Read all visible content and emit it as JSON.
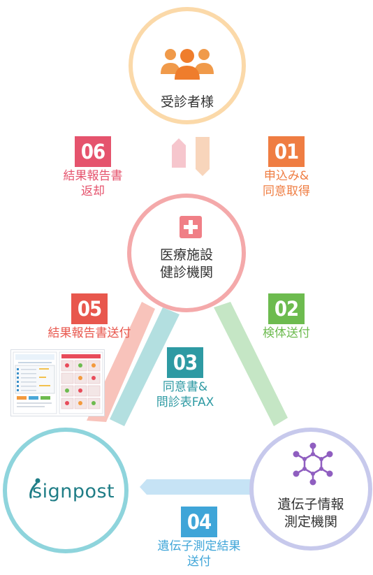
{
  "nodes": {
    "patient": {
      "label": "受診者様",
      "color": "#fbd9a9"
    },
    "clinic": {
      "label": "医療施設\n健診機関",
      "color": "#f4a9aa"
    },
    "lab": {
      "label": "遺伝子情報\n測定機関",
      "color": "#c7c9ec"
    },
    "signpost": {
      "logo": "signpost",
      "color": "#8ed4dc"
    }
  },
  "steps": [
    {
      "num": "01",
      "text": "申込み&\n同意取得",
      "color": "#ef7d42"
    },
    {
      "num": "02",
      "text": "検体送付",
      "color": "#6dbb4f"
    },
    {
      "num": "03",
      "text": "同意書&\n問診表FAX",
      "color": "#2e9aa3"
    },
    {
      "num": "04",
      "text": "遺伝子測定結果\n送付",
      "color": "#3fa5d8"
    },
    {
      "num": "05",
      "text": "結果報告書送付",
      "color": "#e8574d"
    },
    {
      "num": "06",
      "text": "結果報告書\n返却",
      "color": "#e5536d"
    }
  ],
  "icons": {
    "patient": "people-icon",
    "clinic": "medical-cross-icon",
    "lab": "molecule-icon",
    "document": "report-document-thumbnail"
  }
}
